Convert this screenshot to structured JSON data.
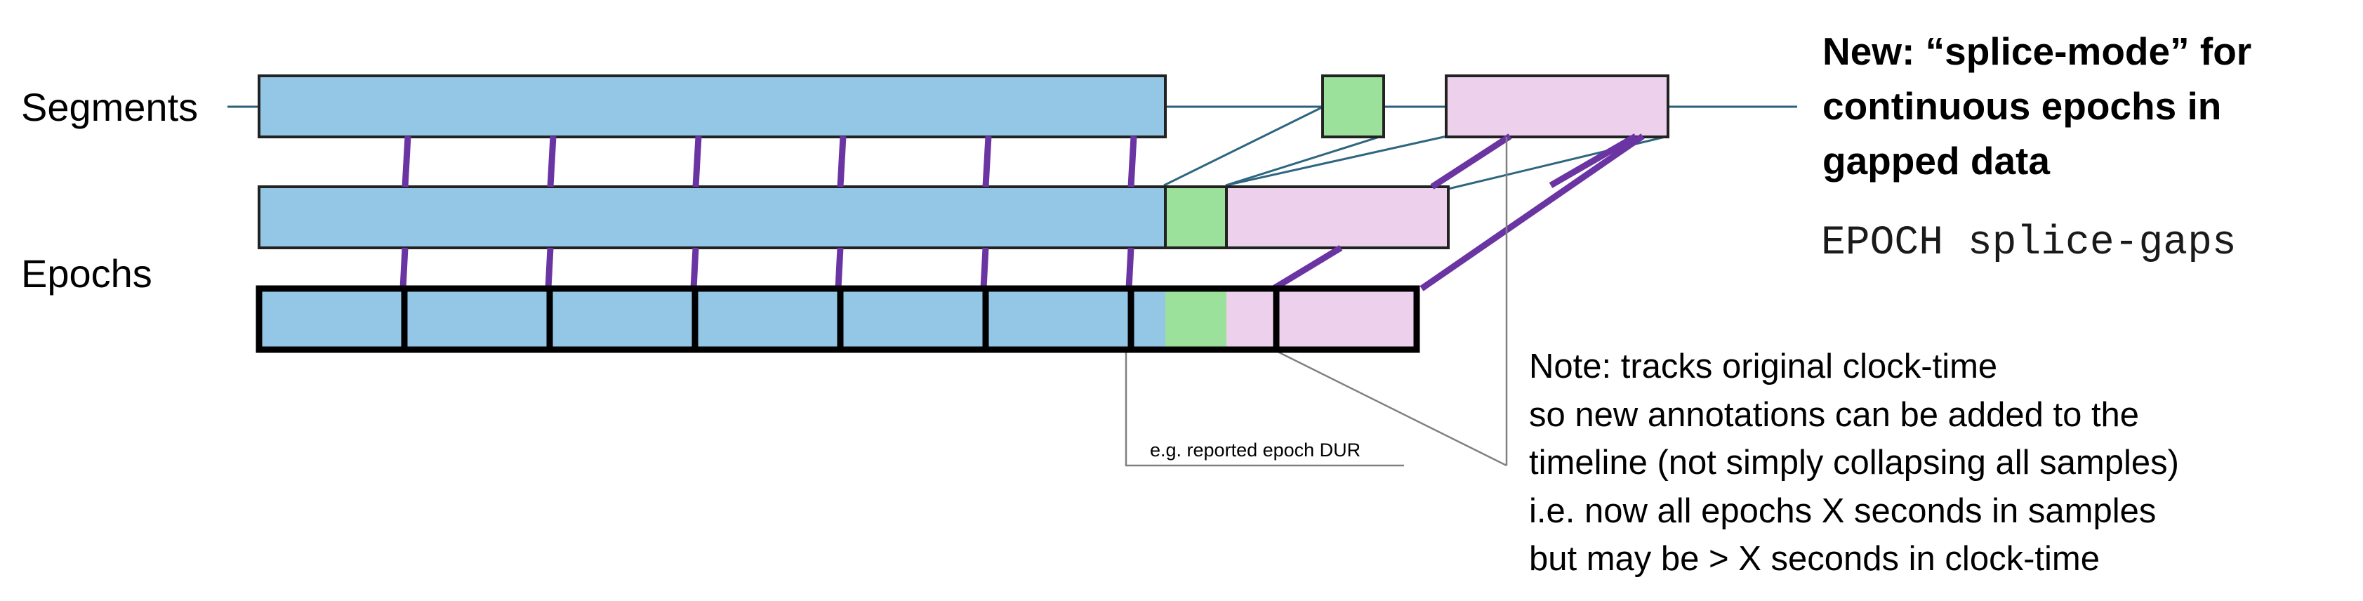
{
  "labels": {
    "segments": "Segments",
    "epochs": "Epochs",
    "duration_note": "e.g. reported epoch DUR"
  },
  "heading": {
    "lines": [
      "New: “splice-mode” for",
      "continuous epochs in",
      "gapped data"
    ]
  },
  "command": "EPOCH splice-gaps",
  "note": {
    "lines": [
      "Note: tracks original clock-time",
      "so new annotations can be added to the",
      "timeline (not simply collapsing all samples)",
      "i.e. now all epochs X seconds in samples",
      "but may be > X seconds in clock-time"
    ]
  },
  "colors": {
    "segment_blue": "#94c7e6",
    "segment_green": "#9be09b",
    "segment_pink": "#ecd0ec",
    "timeline_line": "#2b5f78",
    "connector_purple": "#6a35a3",
    "gap_connector": "#2e6680",
    "outline": "#222222",
    "epoch_border": "#000000",
    "leader_line": "#808080"
  }
}
